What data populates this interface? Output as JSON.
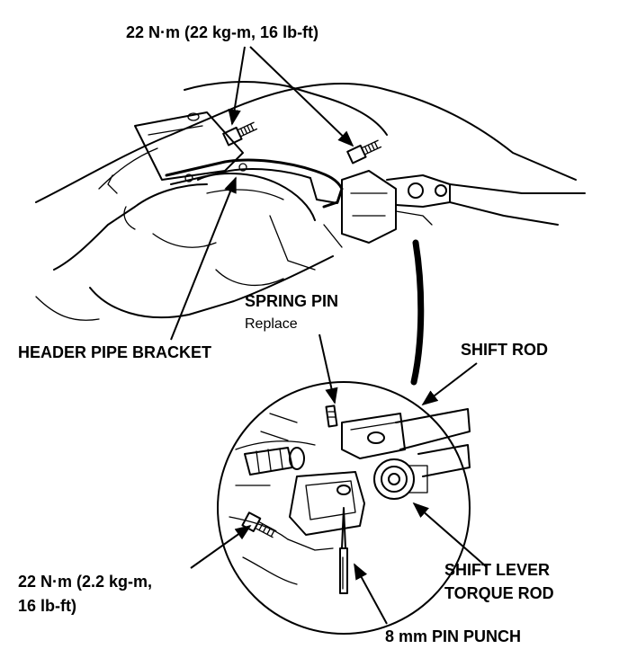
{
  "labels": {
    "torque_top": "22 N·m (22 kg-m, 16 lb-ft)",
    "spring_pin": "SPRING PIN",
    "spring_pin_note": "Replace",
    "header_pipe_bracket": "HEADER PIPE BRACKET",
    "shift_rod": "SHIFT ROD",
    "torque_bottom_line1": "22 N·m (2.2 kg-m,",
    "torque_bottom_line2": "16 lb-ft)",
    "shift_lever_line1": "SHIFT LEVER",
    "shift_lever_line2": "TORQUE ROD",
    "pin_punch": "8 mm PIN PUNCH"
  },
  "icons": [
    "bolt-icon",
    "spring-pin-icon",
    "pin-punch-icon"
  ],
  "colors": {
    "ink": "#000000",
    "background": "#ffffff"
  }
}
